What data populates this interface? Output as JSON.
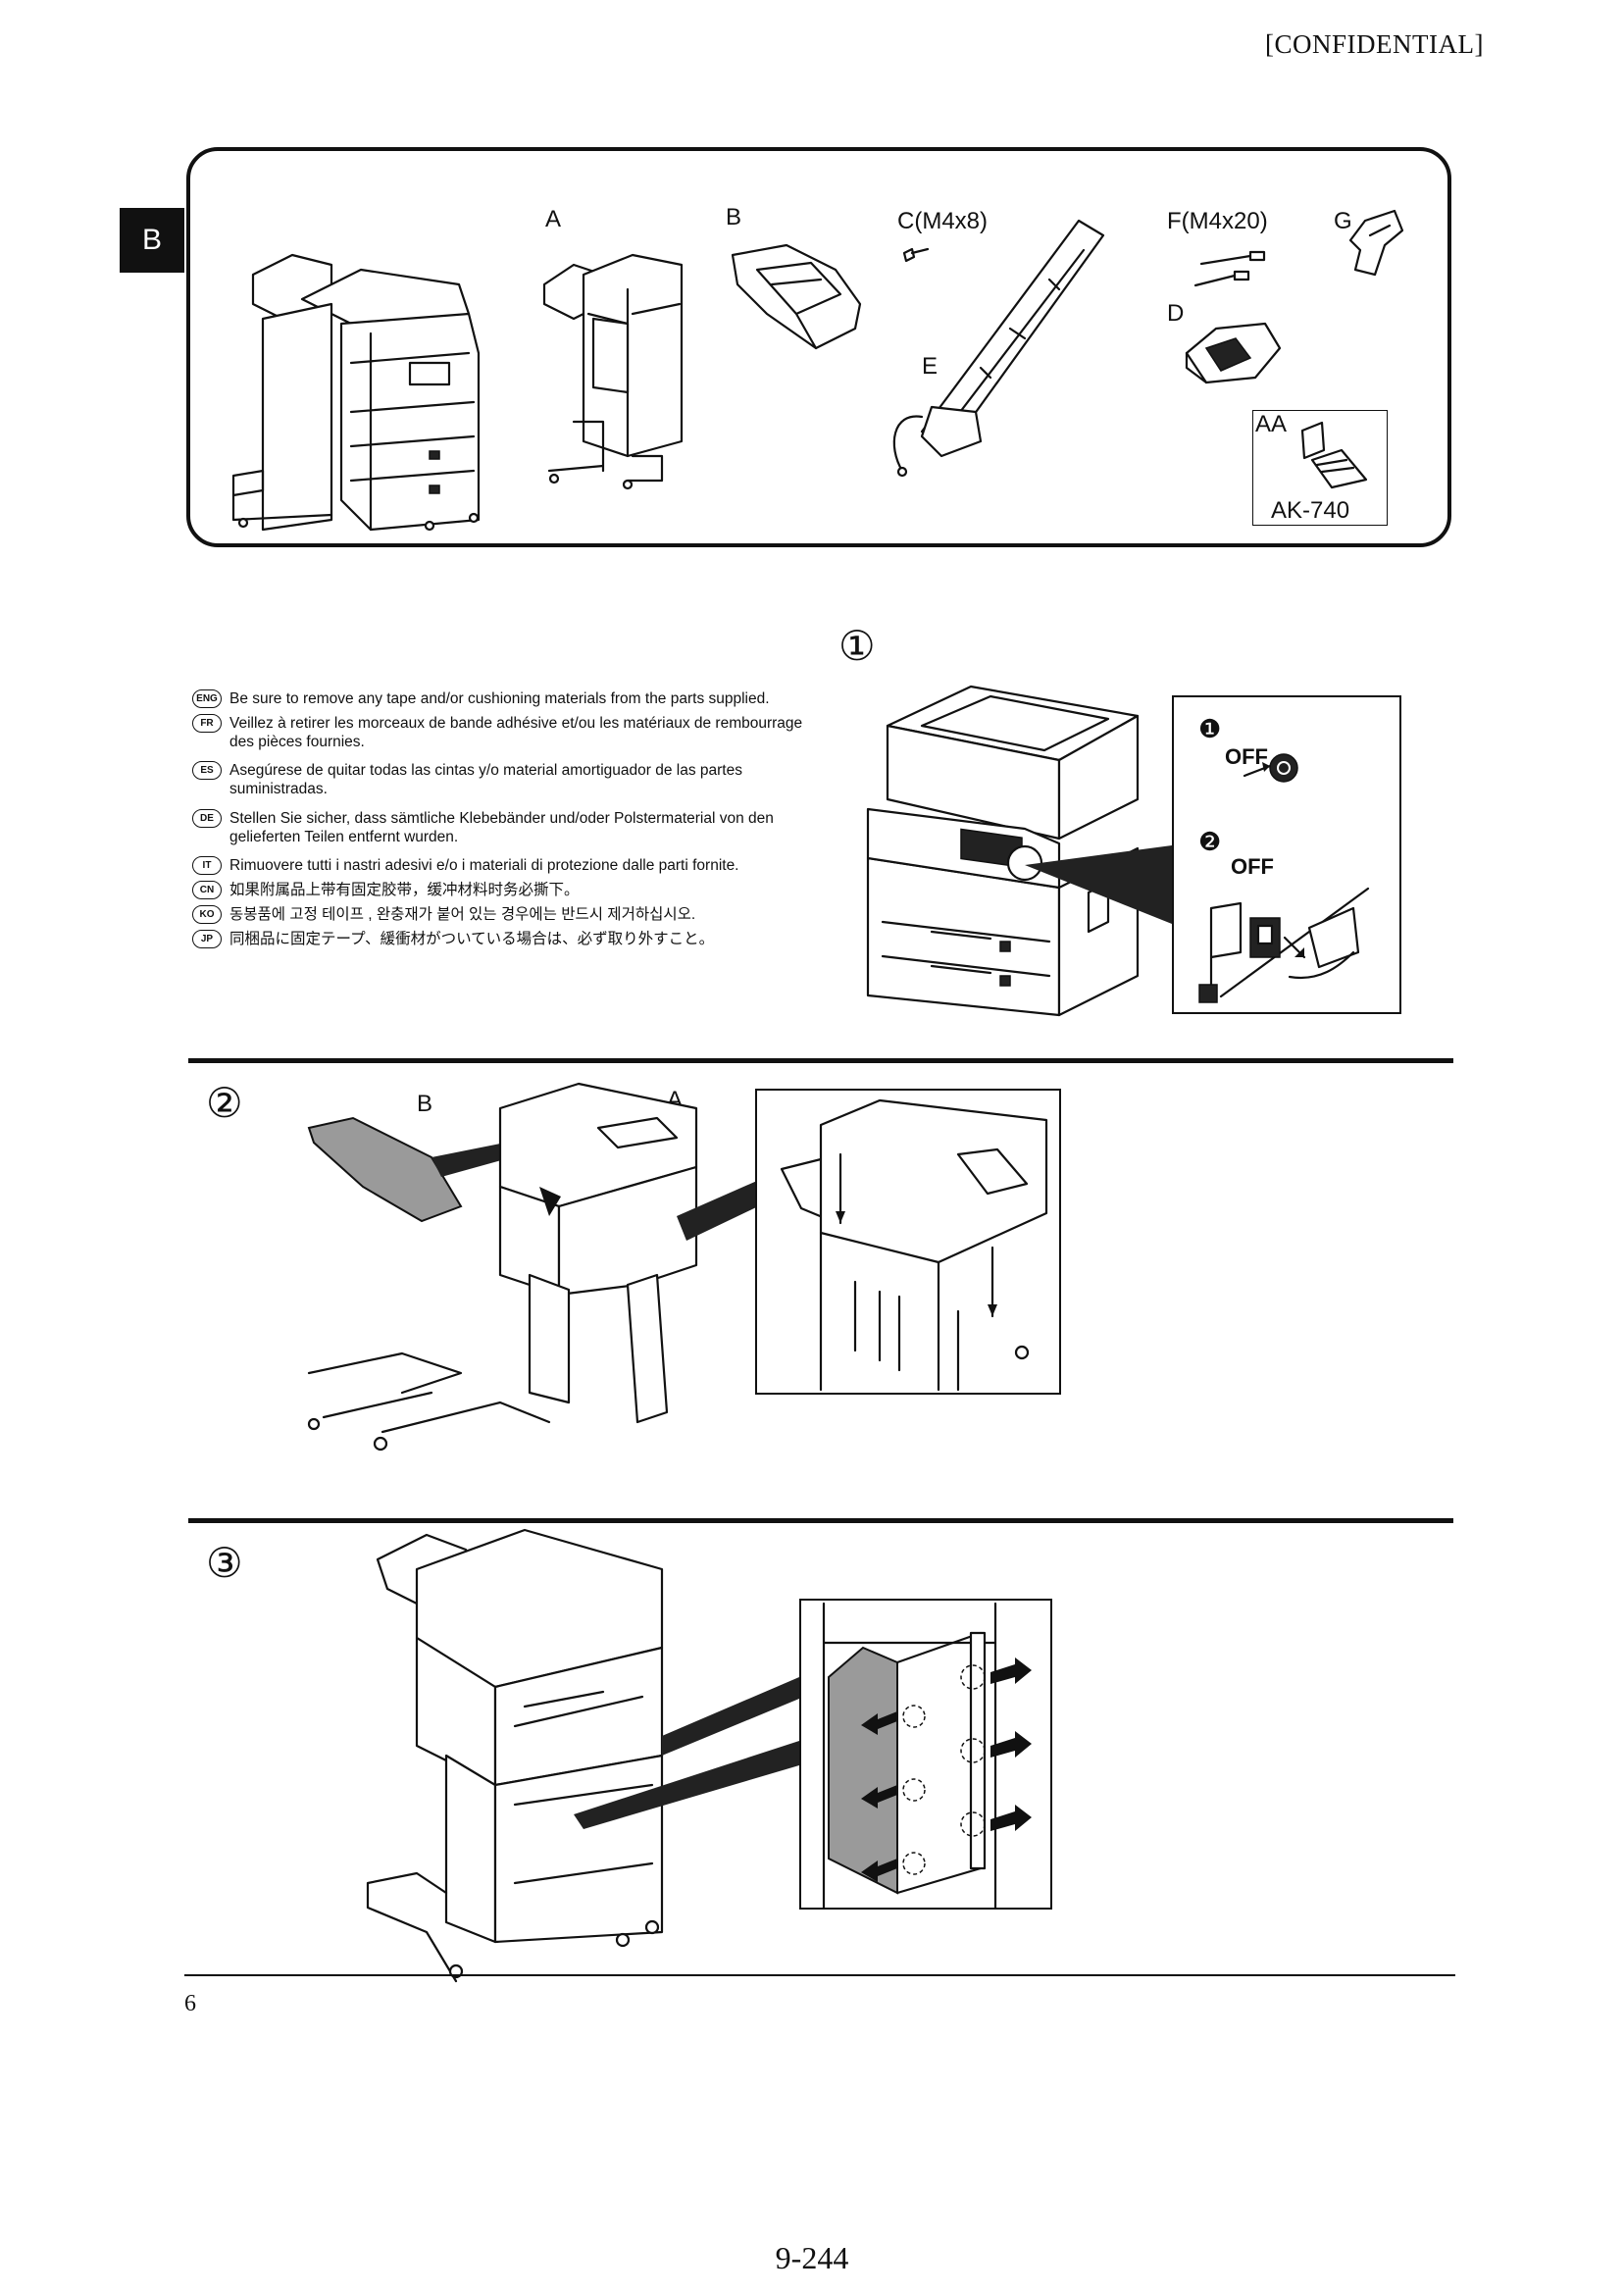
{
  "header": {
    "confidential": "[CONFIDENTIAL]"
  },
  "side_tab": {
    "label": "B"
  },
  "parts": {
    "a": "A",
    "b": "B",
    "c": "C(M4x8)",
    "f": "F(M4x20)",
    "g": "G",
    "d": "D",
    "e": "E",
    "aa": "AA",
    "aa_model": "AK-740"
  },
  "step1": {
    "number": "①",
    "languages": [
      {
        "code": "ENG",
        "text": "Be sure to remove any tape and/or cushioning materials from the parts supplied."
      },
      {
        "code": "FR",
        "text": "Veillez à retirer les morceaux de bande adhésive et/ou les matériaux de rembourrage des pièces fournies."
      },
      {
        "code": "ES",
        "text": "Asegúrese de quitar todas las cintas y/o material amortiguador de las partes suministradas."
      },
      {
        "code": "DE",
        "text": "Stellen Sie sicher, dass sämtliche Klebebänder und/oder Polstermaterial von den gelieferten Teilen entfernt wurden."
      },
      {
        "code": "IT",
        "text": "Rimuovere tutti i nastri adesivi e/o i materiali di protezione dalle parti fornite."
      },
      {
        "code": "CN",
        "text": "如果附属品上带有固定胶带，缓冲材料时务必撕下。"
      },
      {
        "code": "KO",
        "text": "동봉품에 고정 테이프 , 완충재가 붙어 있는 경우에는 반드시 제거하십시오."
      },
      {
        "code": "JP",
        "text": "同梱品に固定テープ、緩衝材がついている場合は、必ず取り外すこと。"
      }
    ],
    "inset": {
      "step_one": "❶",
      "step_two": "❷",
      "off_label_1": "OFF",
      "off_label_2": "OFF"
    }
  },
  "step2": {
    "number": "②",
    "label_b": "B",
    "label_a": "A"
  },
  "step3": {
    "number": "③"
  },
  "footer": {
    "page_number": "6",
    "section_page": "9-244"
  }
}
